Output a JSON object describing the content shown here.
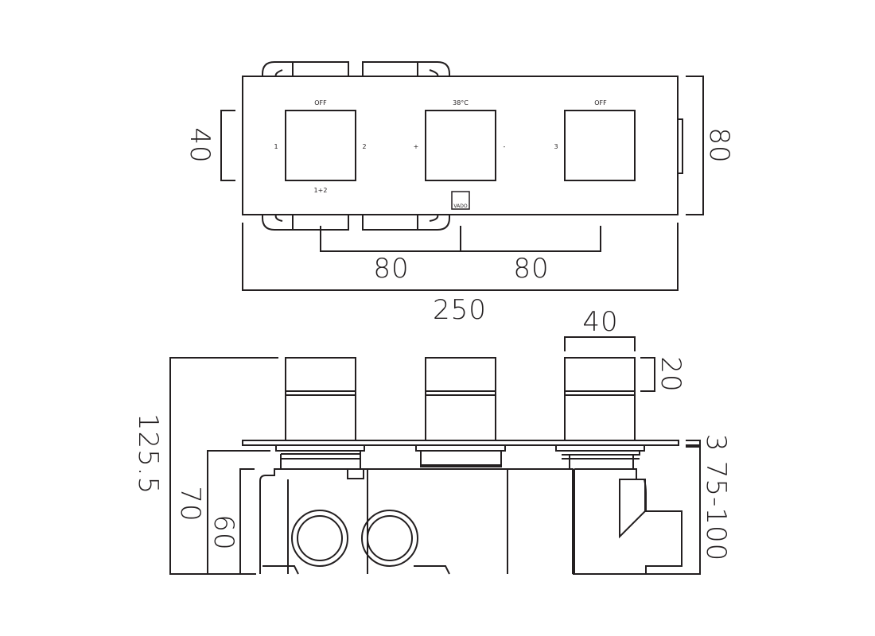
{
  "front_view": {
    "dim_height": "80",
    "dim_handle": "40",
    "dim_spacing_left": "80",
    "dim_spacing_right": "80",
    "dim_width": "250",
    "handles": [
      {
        "top": "OFF",
        "left": "1",
        "right": "2",
        "bottom": "1+2"
      },
      {
        "top": "38°C",
        "left": "+",
        "right": "-"
      },
      {
        "top": "OFF",
        "left": "3"
      }
    ],
    "logo": "VADO"
  },
  "side_view": {
    "dim_handle_width": "40",
    "dim_handle_depth": "20",
    "dim_total_depth": "125.5",
    "dim_body_70": "70",
    "dim_body_60": "60",
    "dim_plate": "3",
    "dim_wall": "75-100"
  }
}
